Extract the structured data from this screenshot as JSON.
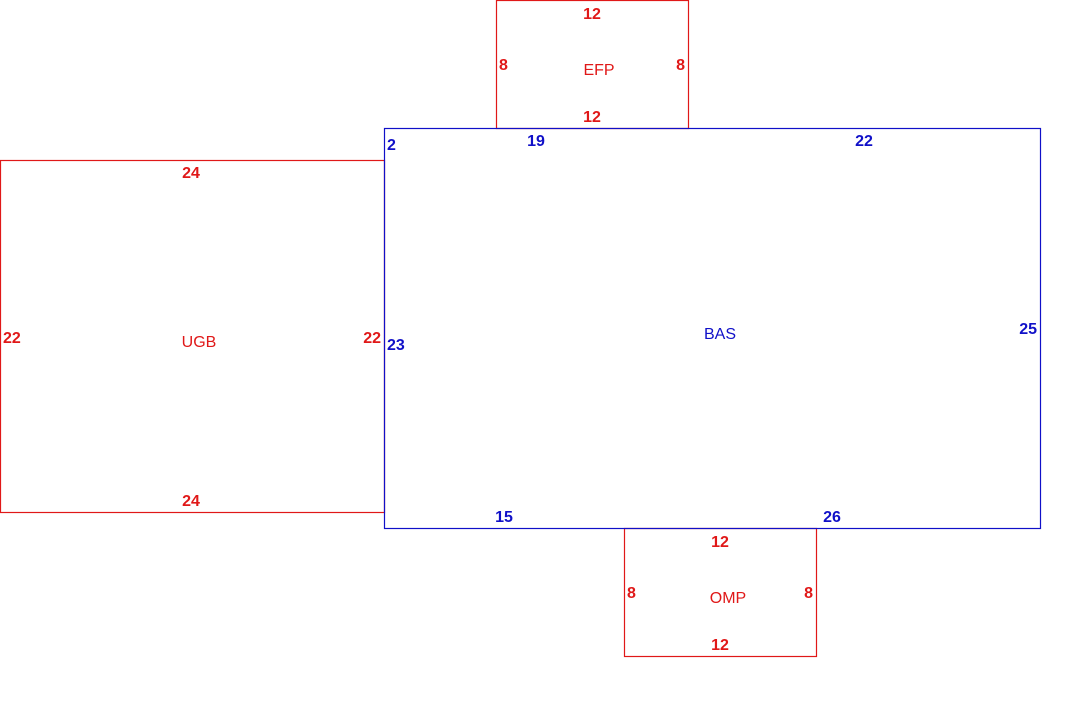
{
  "colors": {
    "main_structure": "#1010c8",
    "additions": "#e01818",
    "background": "#ffffff"
  },
  "areas": {
    "bas": {
      "label": "BAS",
      "dims": {
        "top_left_short": "2",
        "top_a": "19",
        "top_b": "22",
        "left": "23",
        "right": "25",
        "bottom_a": "15",
        "bottom_b": "26"
      }
    },
    "ugb": {
      "label": "UGB",
      "dims": {
        "top": "24",
        "bottom": "24",
        "left": "22",
        "right": "22"
      }
    },
    "efp": {
      "label": "EFP",
      "dims": {
        "top": "12",
        "bottom": "12",
        "left": "8",
        "right": "8"
      }
    },
    "omp": {
      "label": "OMP",
      "dims": {
        "top": "12",
        "bottom": "12",
        "left": "8",
        "right": "8"
      }
    }
  }
}
